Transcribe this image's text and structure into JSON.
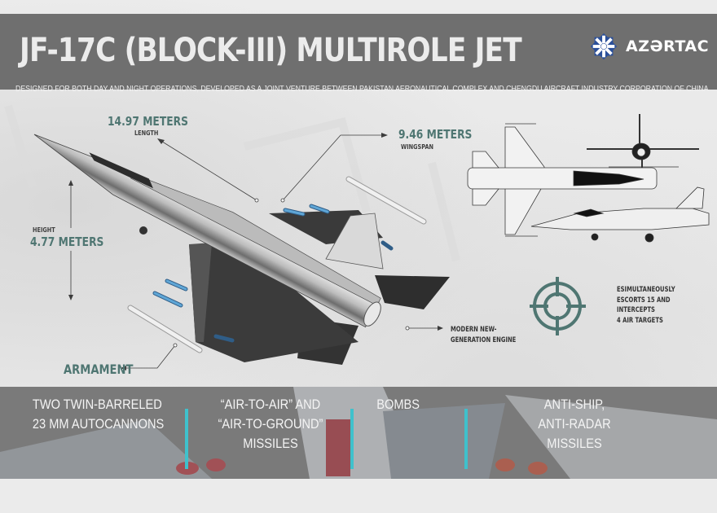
{
  "header": {
    "title": "JF-17C (BLOCK-III) MULTIROLE JET",
    "subtitle": "DESIGNED FOR BOTH DAY AND NIGHT OPERATIONS, DEVELOPED AS A JOINT VENTURE BETWEEN PAKISTAN AERONAUTICAL COMPLEX AND CHENGDU AIRCRAFT INDUSTRY CORPORATION OF CHINA",
    "logo": {
      "icon": "azertac-star-icon",
      "text": "AZƏRTAC",
      "color": "#2a4f9a"
    }
  },
  "colors": {
    "header_bg": "#6f6f6f",
    "accent_teal": "#4f7672",
    "divider_cyan": "#3fc1cc",
    "background": "#e9e9e9"
  },
  "specs": {
    "length": {
      "value": "14.97 METERS",
      "label": "LENGTH"
    },
    "wingspan": {
      "value": "9.46 METERS",
      "label": "WINGSPAN"
    },
    "height": {
      "value": "4.77 METERS",
      "label": "HEIGHT"
    }
  },
  "callouts": {
    "engine": [
      "MODERN NEW-",
      "GENERATION ENGINE"
    ],
    "targets": [
      "ESIMULTANEOUSLY",
      "ESCORTS 15 AND",
      "INTERCEPTS",
      "4 AIR TARGETS"
    ],
    "targets_icon": "crosshair-icon",
    "armament": "ARMAMENT"
  },
  "armament_list": [
    {
      "lines": [
        "TWO TWIN-BARRELED",
        "23 MM AUTOCANNONS"
      ]
    },
    {
      "lines": [
        "“AIR-TO-AIR” AND",
        "“AIR-TO-GROUND”",
        "MISSILES"
      ]
    },
    {
      "lines": [
        "BOMBS"
      ]
    },
    {
      "lines": [
        "ANTI-SHIP,",
        "ANTI-RADAR",
        "MISSILES"
      ]
    }
  ]
}
